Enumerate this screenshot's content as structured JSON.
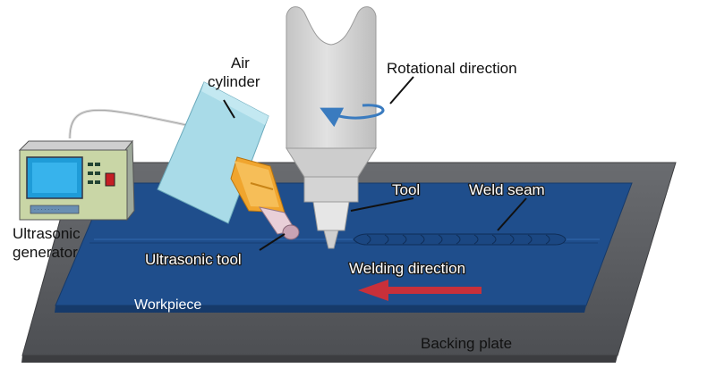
{
  "labels": {
    "air_cylinder_line1": "Air",
    "air_cylinder_line2": "cylinder",
    "rotational_direction": "Rotational direction",
    "tool": "Tool",
    "weld_seam": "Weld seam",
    "ultrasonic_generator_line1": "Ultrasonic",
    "ultrasonic_generator_line2": "generator",
    "ultrasonic_tool": "Ultrasonic tool",
    "welding_direction": "Welding direction",
    "workpiece": "Workpiece",
    "backing_plate": "Backing plate"
  },
  "colors": {
    "backing_plate": "#5e6064",
    "workpiece": "#1f4e8c",
    "tool_body": "#d6d6d6",
    "air_cylinder": "#a9dbe8",
    "ultrasonic_tool": "#f3b13c",
    "rotation_arrow": "#3a7bbf",
    "welding_arrow": "#c8303a"
  }
}
